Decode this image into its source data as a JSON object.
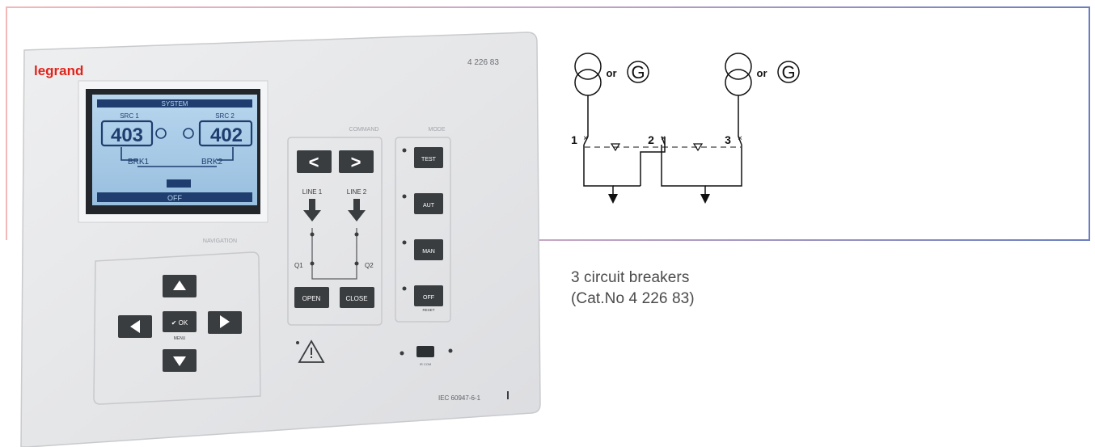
{
  "device": {
    "brand": "legrand",
    "catalog_number": "4 226 83",
    "standard": "IEC 60947-6-1",
    "display": {
      "header": "SYSTEM",
      "src1_label": "SRC 1",
      "src2_label": "SRC 2",
      "src1_value": "403",
      "src2_value": "402",
      "brk1_label": "BRK1",
      "brk2_label": "BRK2",
      "status": "OFF"
    },
    "command": {
      "title": "COMMAND",
      "line1_label": "LINE 1",
      "line2_label": "LINE 2",
      "q1_label": "Q1",
      "q2_label": "Q2",
      "open_label": "OPEN",
      "close_label": "CLOSE",
      "prev_glyph": "<",
      "next_glyph": ">"
    },
    "mode": {
      "title": "MODE",
      "buttons": [
        "TEST",
        "AUT",
        "MAN",
        "OFF"
      ],
      "reset_label": "RESET"
    },
    "navigation": {
      "title": "NAVIGATION",
      "ok_label": "✔ OK",
      "menu_label": "MENU"
    },
    "ir_label": "IR COM"
  },
  "diagram": {
    "source_left": {
      "or_label": "or",
      "generator_label": "G"
    },
    "source_right": {
      "or_label": "or",
      "generator_label": "G"
    },
    "breakers": [
      "1",
      "2",
      "3"
    ]
  },
  "caption": {
    "line1": "3 circuit breakers",
    "line2": "(Cat.No 4 226 83)"
  },
  "colors": {
    "frame_left": "#f2b8b8",
    "frame_right": "#6a7ec0",
    "panel": "#e6e7e9",
    "lcd": "#a8cbe6",
    "lcd_dark": "#1f3d6e",
    "brand_red": "#e2231a",
    "arrow_dark": "#3a3d40"
  },
  "icons": [
    "warning-triangle-icon",
    "up-arrow-icon",
    "down-arrow-icon",
    "left-arrow-icon",
    "right-arrow-icon",
    "transformer-icon",
    "ground-arrow-icon"
  ]
}
